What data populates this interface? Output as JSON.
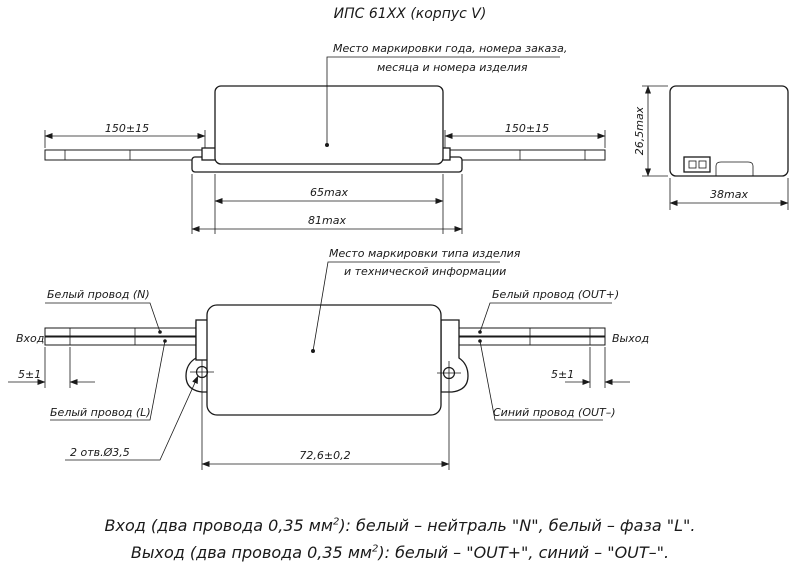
{
  "title": "ИПС 61ХХ (корпус V)",
  "top_view": {
    "marking_note_line1": "Место маркировки года, номера заказа,",
    "marking_note_line2": "месяца и номера изделия",
    "wire_left": "150±15",
    "wire_right": "150±15",
    "width_body": "65max",
    "width_total": "81max"
  },
  "side_view": {
    "height": "26,5max",
    "depth": "38max"
  },
  "bottom_view": {
    "marking_note_line1": "Место маркировки типа изделия",
    "marking_note_line2": "и технической информации",
    "wire_n": "Белый провод (N)",
    "wire_l": "Белый провод (L)",
    "wire_out_plus": "Белый провод (OUT+)",
    "wire_out_minus": "Синий провод (OUT–)",
    "input": "Вход",
    "output": "Выход",
    "strip_left": "5±1",
    "strip_right": "5±1",
    "holes": "2 отв.Ø3,5",
    "hole_spacing": "72,6±0,2"
  },
  "notes": {
    "input_a": "Вход (два провода 0,35 мм",
    "input_sup": "2",
    "input_b": "): белый – нейтраль \"N\", белый – фаза \"L\".",
    "output_a": "Выход (два провода 0,35 мм",
    "output_sup": "2",
    "output_b": "): белый – \"OUT+\", синий – \"OUT–\"."
  }
}
